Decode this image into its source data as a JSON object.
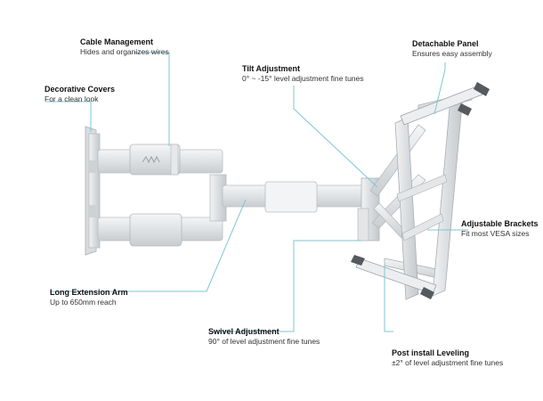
{
  "accent_color": "#7cc6d6",
  "callouts": {
    "cable_management": {
      "title": "Cable Management",
      "desc": "Hides and organizes wires"
    },
    "decorative_covers": {
      "title": "Decorative Covers",
      "desc": "For a clean look"
    },
    "tilt_adjustment": {
      "title": "Tilt Adjustment",
      "desc": "0° ~ -15° level adjustment fine tunes"
    },
    "detachable_panel": {
      "title": "Detachable Panel",
      "desc": "Ensures easy assembly"
    },
    "adjustable_brackets": {
      "title": "Adjustable Brackets",
      "desc": "Fit most VESA sizes"
    },
    "long_extension_arm": {
      "title": "Long Extension Arm",
      "desc": "Up to 650mm reach"
    },
    "swivel_adjustment": {
      "title": "Swivel Adjustment",
      "desc": "90° of level adjustment fine tunes"
    },
    "post_install_leveling": {
      "title": "Post install Leveling",
      "desc": "±2° of level adjustment fine tunes"
    }
  }
}
